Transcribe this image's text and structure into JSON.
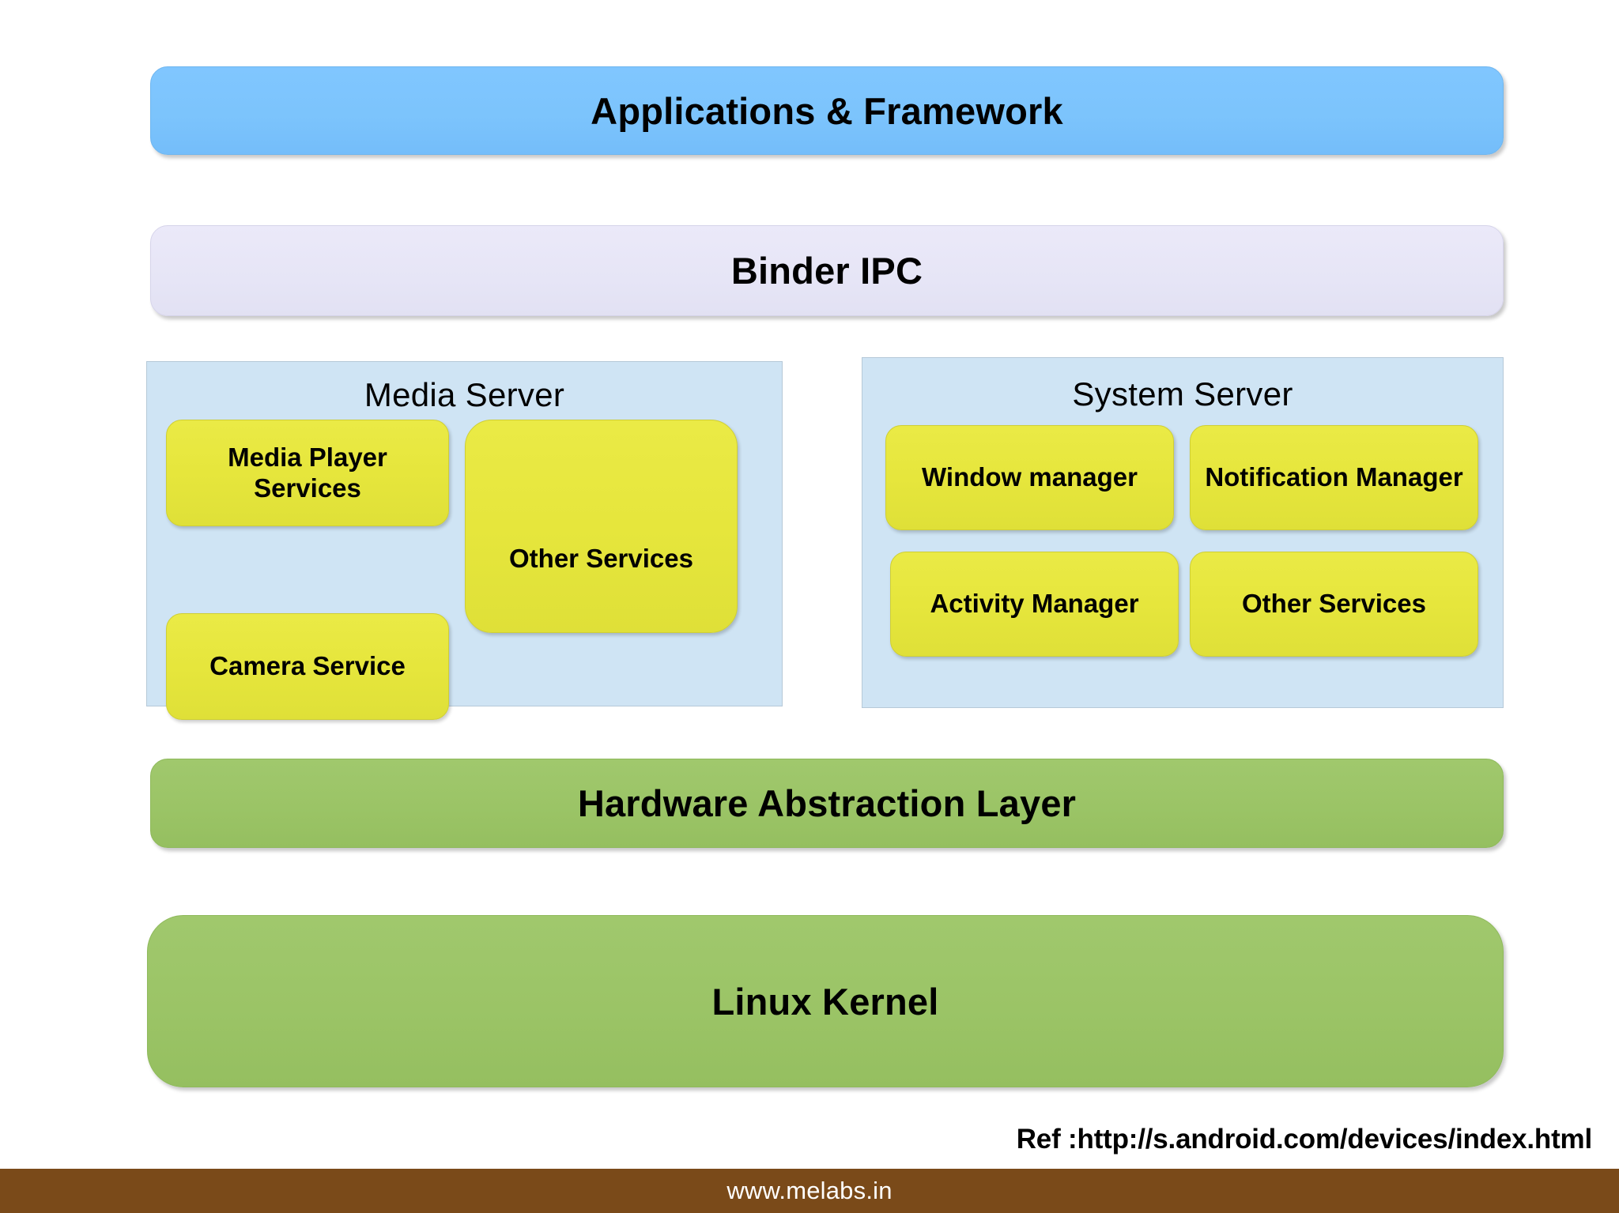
{
  "layers": {
    "applications_framework": "Applications & Framework",
    "binder_ipc": "Binder IPC",
    "hardware_abstraction_layer": "Hardware Abstraction Layer",
    "linux_kernel": "Linux Kernel"
  },
  "media_server": {
    "title": "Media Server",
    "services": [
      {
        "label": "Media Player Services"
      },
      {
        "label": "Camera Service"
      },
      {
        "label": "Other Services"
      }
    ]
  },
  "system_server": {
    "title": "System Server",
    "services": [
      {
        "label": "Window manager"
      },
      {
        "label": "Notification Manager"
      },
      {
        "label": "Activity Manager"
      },
      {
        "label": "Other Services"
      }
    ]
  },
  "reference": "Ref :http://s.android.com/devices/index.html",
  "footer": {
    "site": "www.melabs.in"
  },
  "colors": {
    "applications_bar": "#7CC4FC",
    "binder_bar": "#E6E5F6",
    "panel_background": "#CFE4F4",
    "service_box": "#E6E63C",
    "green_bar": "#9BC466",
    "footer_bar": "#7A4A19",
    "text": "#000000"
  }
}
